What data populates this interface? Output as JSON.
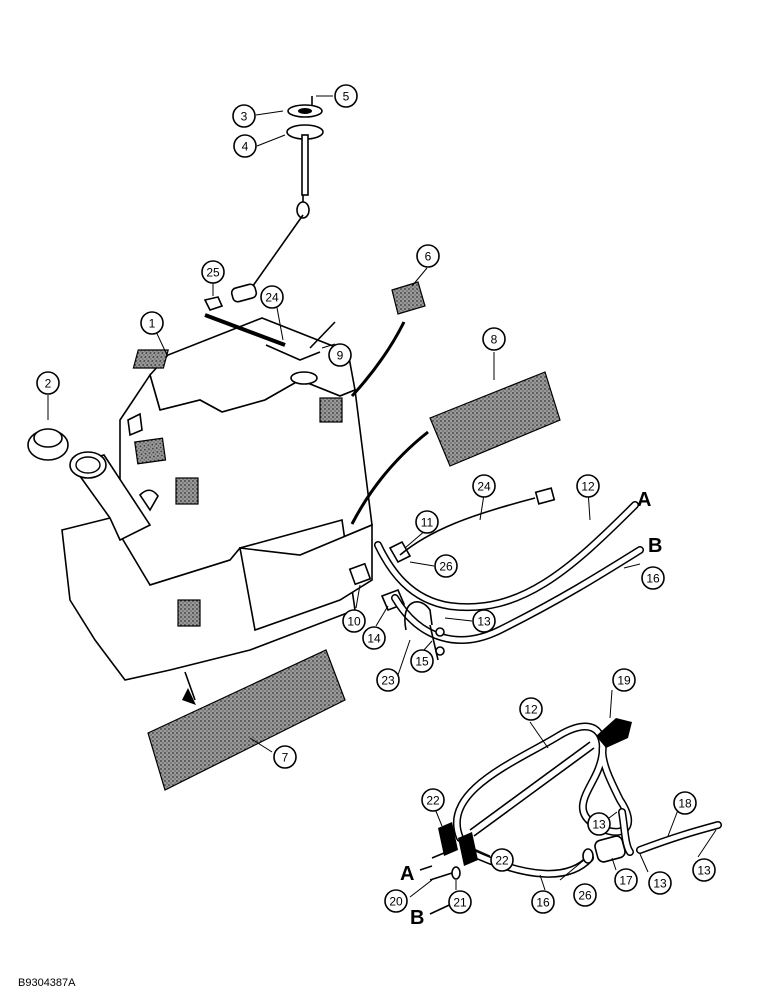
{
  "document_id": "B9304387A",
  "connection_labels": {
    "a_upper": "A",
    "b_upper": "B",
    "a_lower": "A",
    "b_lower": "B"
  },
  "callouts": [
    {
      "key": "c1",
      "label": "1"
    },
    {
      "key": "c2",
      "label": "2"
    },
    {
      "key": "c3",
      "label": "3"
    },
    {
      "key": "c4",
      "label": "4"
    },
    {
      "key": "c5",
      "label": "5"
    },
    {
      "key": "c6",
      "label": "6"
    },
    {
      "key": "c7",
      "label": "7"
    },
    {
      "key": "c8",
      "label": "8"
    },
    {
      "key": "c9",
      "label": "9"
    },
    {
      "key": "c10",
      "label": "10"
    },
    {
      "key": "c11",
      "label": "11"
    },
    {
      "key": "c12a",
      "label": "12"
    },
    {
      "key": "c12b",
      "label": "12"
    },
    {
      "key": "c13a",
      "label": "13"
    },
    {
      "key": "c13b",
      "label": "13"
    },
    {
      "key": "c13c",
      "label": "13"
    },
    {
      "key": "c13d",
      "label": "13"
    },
    {
      "key": "c14",
      "label": "14"
    },
    {
      "key": "c15",
      "label": "15"
    },
    {
      "key": "c16a",
      "label": "16"
    },
    {
      "key": "c16b",
      "label": "16"
    },
    {
      "key": "c17",
      "label": "17"
    },
    {
      "key": "c18",
      "label": "18"
    },
    {
      "key": "c19",
      "label": "19"
    },
    {
      "key": "c20",
      "label": "20"
    },
    {
      "key": "c21",
      "label": "21"
    },
    {
      "key": "c22a",
      "label": "22"
    },
    {
      "key": "c22b",
      "label": "22"
    },
    {
      "key": "c23",
      "label": "23"
    },
    {
      "key": "c24a",
      "label": "24"
    },
    {
      "key": "c24b",
      "label": "24"
    },
    {
      "key": "c25",
      "label": "25"
    },
    {
      "key": "c26a",
      "label": "26"
    },
    {
      "key": "c26b",
      "label": "26"
    }
  ]
}
